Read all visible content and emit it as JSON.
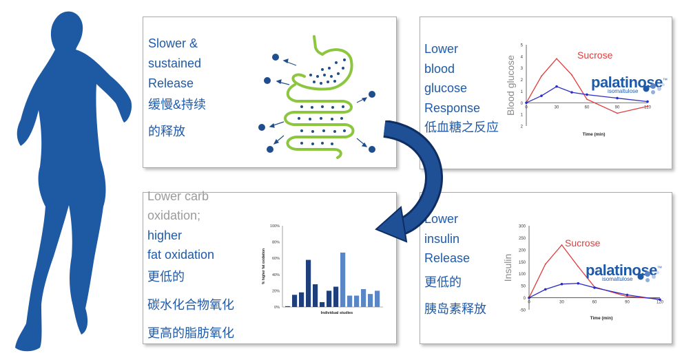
{
  "panels": {
    "digestion": {
      "lines": [
        "Slower &",
        "sustained",
        "Release",
        "缓慢&持续",
        "的释放"
      ]
    },
    "glucose": {
      "lines": [
        "Lower",
        "blood",
        "glucose",
        "Response",
        "低血糖之反应"
      ],
      "brand": "palatinose",
      "brand_tm": "™",
      "brand_sub": "isomaltulose"
    },
    "oxidation": {
      "gray_lines": [
        "Lower carb",
        "oxidation;"
      ],
      "lines": [
        "higher",
        "fat oxidation",
        "更低的",
        "碳水化合物氧化",
        "更高的脂肪氧化"
      ]
    },
    "insulin": {
      "lines": [
        "Lower",
        "insulin",
        "Release",
        "更低的",
        "胰岛素释放"
      ],
      "brand": "palatinose",
      "brand_tm": "™",
      "brand_sub": "isomaltulose"
    }
  },
  "chart_data": [
    {
      "type": "line",
      "ylabel": "Blood glucose",
      "xlabel": "Time (min)",
      "x_ticks": [
        0,
        30,
        60,
        90,
        120
      ],
      "y_ticks": [
        5,
        4,
        3,
        2,
        1,
        0,
        1,
        2
      ],
      "ylim": [
        -2,
        5
      ],
      "series": [
        {
          "name": "Sucrose",
          "color": "#e03a3a",
          "x": [
            0,
            15,
            30,
            45,
            60,
            90,
            120
          ],
          "y": [
            0,
            2.3,
            3.8,
            2.4,
            0.3,
            -0.9,
            -0.3
          ]
        },
        {
          "color": "#2b2bc8",
          "x": [
            0,
            15,
            30,
            45,
            60,
            90,
            120
          ],
          "y": [
            0,
            0.6,
            1.4,
            0.9,
            0.7,
            0.4,
            0.1
          ]
        }
      ]
    },
    {
      "type": "line",
      "ylabel": "Insulin",
      "xlabel": "Time (min)",
      "x_ticks": [
        0,
        30,
        60,
        90,
        120
      ],
      "y_ticks": [
        300,
        250,
        200,
        150,
        100,
        50,
        0,
        -50
      ],
      "ylim": [
        -50,
        300
      ],
      "series": [
        {
          "name": "Sucrose",
          "color": "#e03a3a",
          "x": [
            0,
            15,
            30,
            45,
            60,
            90,
            120
          ],
          "y": [
            0,
            140,
            220,
            130,
            45,
            5,
            -5
          ]
        },
        {
          "color": "#2b2bc8",
          "x": [
            0,
            15,
            30,
            45,
            60,
            90,
            120
          ],
          "y": [
            0,
            35,
            57,
            60,
            42,
            12,
            -8
          ]
        }
      ]
    },
    {
      "type": "bar",
      "ylabel": "% higher fat oxidation",
      "xlabel": "Individual studies",
      "y_ticks": [
        "100%",
        "80%",
        "60%",
        "40%",
        "20%",
        "0%"
      ],
      "ylim": [
        0,
        100
      ],
      "values": [
        1,
        15,
        18,
        58,
        28,
        6,
        20,
        25,
        67,
        14,
        14,
        22,
        16,
        20
      ],
      "colors": [
        "#1f3f7a",
        "#1f3f7a",
        "#1f3f7a",
        "#1f3f7a",
        "#1f3f7a",
        "#1f3f7a",
        "#1f3f7a",
        "#1f3f7a",
        "#5b86c5",
        "#5b86c5",
        "#5b86c5",
        "#5b86c5",
        "#5b86c5",
        "#5b86c5"
      ]
    }
  ]
}
